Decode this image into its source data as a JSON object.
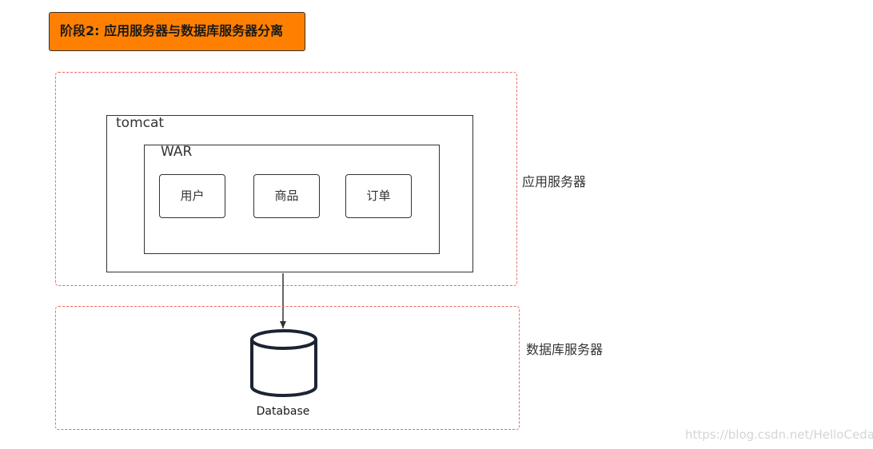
{
  "title": "阶段2: 应用服务器与数据库服务器分离",
  "colors": {
    "title_fill": "#ff8000",
    "region_border": "#ea6b66",
    "box_border": "#333333",
    "database_stroke": "#1b2432"
  },
  "app_server": {
    "label": "应用服务器",
    "tomcat": {
      "label": "tomcat",
      "war": {
        "label": "WAR",
        "modules": [
          "用户",
          "商品",
          "订单"
        ]
      }
    }
  },
  "db_server": {
    "label": "数据库服务器",
    "database": {
      "icon": "database-cylinder-icon",
      "label": "Database"
    }
  },
  "connections": [
    {
      "from": "tomcat",
      "to": "database",
      "arrow": "end"
    }
  ],
  "watermark": "https://blog.csdn.net/HelloCedar"
}
